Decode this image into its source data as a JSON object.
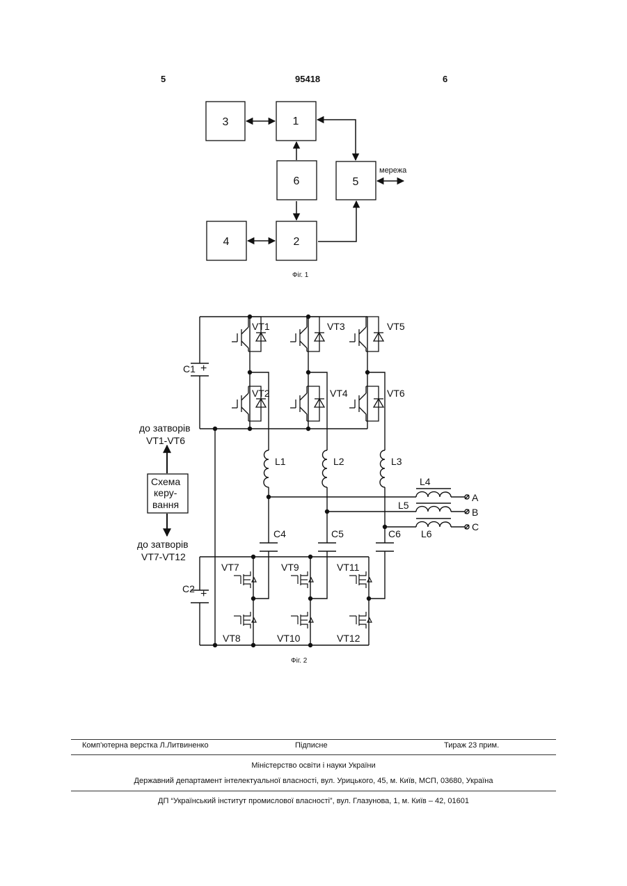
{
  "header": {
    "page_left": "5",
    "patent_number": "95418",
    "page_right": "6"
  },
  "fig1": {
    "blocks": [
      "1",
      "2",
      "3",
      "4",
      "5",
      "6"
    ],
    "network_label": "мережа",
    "caption": "Фіг. 1"
  },
  "fig2": {
    "transistors": [
      "VT1",
      "VT2",
      "VT3",
      "VT4",
      "VT5",
      "VT6",
      "VT7",
      "VT8",
      "VT9",
      "VT10",
      "VT11",
      "VT12"
    ],
    "capacitors": [
      "C1",
      "C2",
      "C4",
      "C5",
      "C6"
    ],
    "inductors": [
      "L1",
      "L2",
      "L3",
      "L4",
      "L5",
      "L6"
    ],
    "outputs": [
      "A",
      "B",
      "C"
    ],
    "plus_sign": "+",
    "gate_top_line1": "до затворів",
    "gate_top_line2": "VT1-VT6",
    "control_line1": "Схема",
    "control_line2": "керу-",
    "control_line3": "вання",
    "gate_bottom_line1": "до затворів",
    "gate_bottom_line2": "VT7-VT12",
    "caption": "Фіг. 2"
  },
  "footer": {
    "typesetting": "Комп’ютерна верстка Л.Литвиненко",
    "signed": "Підписне",
    "circulation": "Тираж 23 прим.",
    "ministry": "Міністерство освіти і науки України",
    "department": "Державний департамент інтелектуальної власності, вул. Урицького, 45, м. Київ, МСП, 03680, Україна",
    "institute": "ДП “Український інститут промислової власності”, вул. Глазунова, 1, м. Київ – 42, 01601"
  }
}
